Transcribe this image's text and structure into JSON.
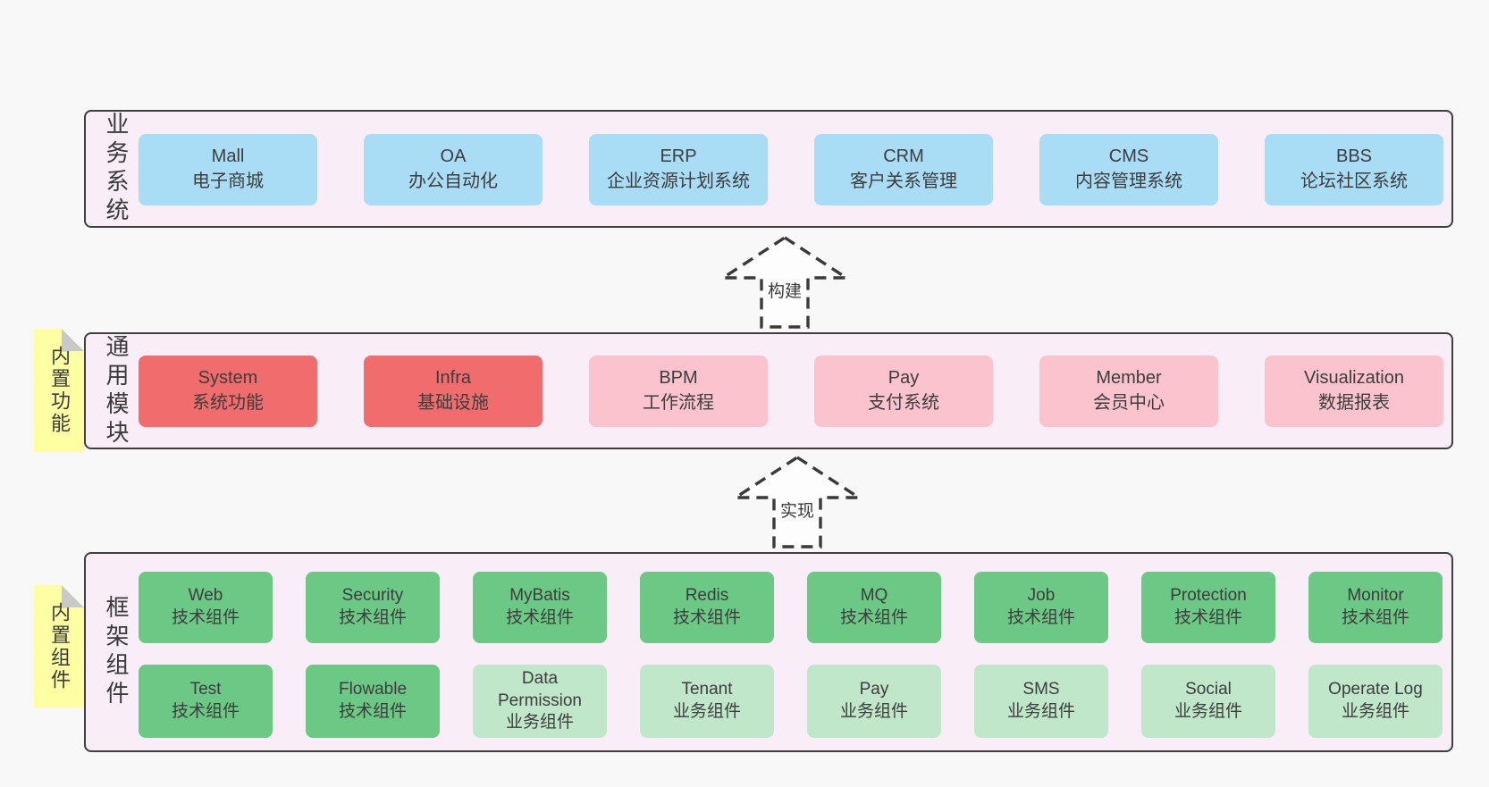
{
  "diagram": {
    "arrows": [
      {
        "label": "构建"
      },
      {
        "label": "实现"
      }
    ],
    "bands": [
      {
        "label": "业务系统",
        "boxes": [
          {
            "title": "Mall",
            "subtitle": "电子商城",
            "type": "blue"
          },
          {
            "title": "OA",
            "subtitle": "办公自动化",
            "type": "blue"
          },
          {
            "title": "ERP",
            "subtitle": "企业资源计划系统",
            "type": "blue"
          },
          {
            "title": "CRM",
            "subtitle": "客户关系管理",
            "type": "blue"
          },
          {
            "title": "CMS",
            "subtitle": "内容管理系统",
            "type": "blue"
          },
          {
            "title": "BBS",
            "subtitle": "论坛社区系统",
            "type": "blue"
          }
        ]
      },
      {
        "label": "通用模块",
        "sticky": "内置功能",
        "boxes": [
          {
            "title": "System",
            "subtitle": "系统功能",
            "type": "red"
          },
          {
            "title": "Infra",
            "subtitle": "基础设施",
            "type": "red"
          },
          {
            "title": "BPM",
            "subtitle": "工作流程",
            "type": "pink"
          },
          {
            "title": "Pay",
            "subtitle": "支付系统",
            "type": "pink"
          },
          {
            "title": "Member",
            "subtitle": "会员中心",
            "type": "pink"
          },
          {
            "title": "Visualization",
            "subtitle": "数据报表",
            "type": "pink"
          }
        ]
      },
      {
        "label": "框架组件",
        "sticky": "内置组件",
        "rows": [
          [
            {
              "title": "Web",
              "subtitle": "技术组件",
              "type": "green"
            },
            {
              "title": "Security",
              "subtitle": "技术组件",
              "type": "green"
            },
            {
              "title": "MyBatis",
              "subtitle": "技术组件",
              "type": "green"
            },
            {
              "title": "Redis",
              "subtitle": "技术组件",
              "type": "green"
            },
            {
              "title": "MQ",
              "subtitle": "技术组件",
              "type": "green"
            },
            {
              "title": "Job",
              "subtitle": "技术组件",
              "type": "green"
            },
            {
              "title": "Protection",
              "subtitle": "技术组件",
              "type": "green"
            },
            {
              "title": "Monitor",
              "subtitle": "技术组件",
              "type": "green"
            }
          ],
          [
            {
              "title": "Test",
              "subtitle": "技术组件",
              "type": "green"
            },
            {
              "title": "Flowable",
              "subtitle": "技术组件",
              "type": "green"
            },
            {
              "title": "Data Permission",
              "subtitle": "业务组件",
              "type": "lgreen"
            },
            {
              "title": "Tenant",
              "subtitle": "业务组件",
              "type": "lgreen"
            },
            {
              "title": "Pay",
              "subtitle": "业务组件",
              "type": "lgreen"
            },
            {
              "title": "SMS",
              "subtitle": "业务组件",
              "type": "lgreen"
            },
            {
              "title": "Social",
              "subtitle": "业务组件",
              "type": "lgreen"
            },
            {
              "title": "Operate Log",
              "subtitle": "业务组件",
              "type": "lgreen"
            }
          ]
        ]
      }
    ],
    "colors": {
      "page_bg": "#f8f8f8",
      "band_bg": "#f9eef7",
      "band_border": "#3f3f3f",
      "blue": "#a9dcf5",
      "red": "#f16c6c",
      "pink": "#fac3cd",
      "green": "#6bc885",
      "green_light": "#c0e7ca",
      "sticky_yellow": "#feffa3",
      "sticky_fold": "#c9c9c9",
      "text": "#3d3d3d"
    }
  }
}
